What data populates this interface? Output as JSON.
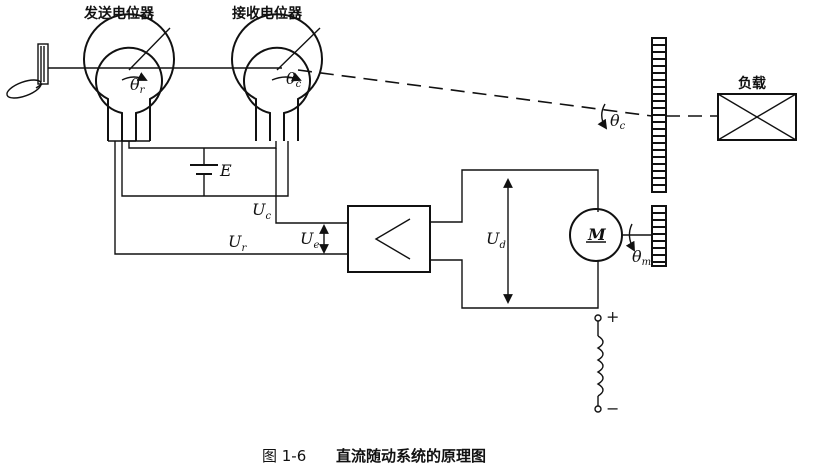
{
  "labels": {
    "transmitter": "发送电位器",
    "receiver": "接收电位器",
    "load": "负载",
    "battery": "E",
    "motor": "M",
    "theta": "θ",
    "theta_r_sub": "r",
    "theta_c_sub": "c",
    "theta_m_sub": "m",
    "voltage": "U",
    "uc_sub": "c",
    "ur_sub": "r",
    "ue_sub": "e",
    "ud_sub": "d",
    "plus": "+",
    "minus": "−"
  },
  "caption": {
    "number": "图 1-6",
    "title": "直流随动系统的原理图"
  }
}
